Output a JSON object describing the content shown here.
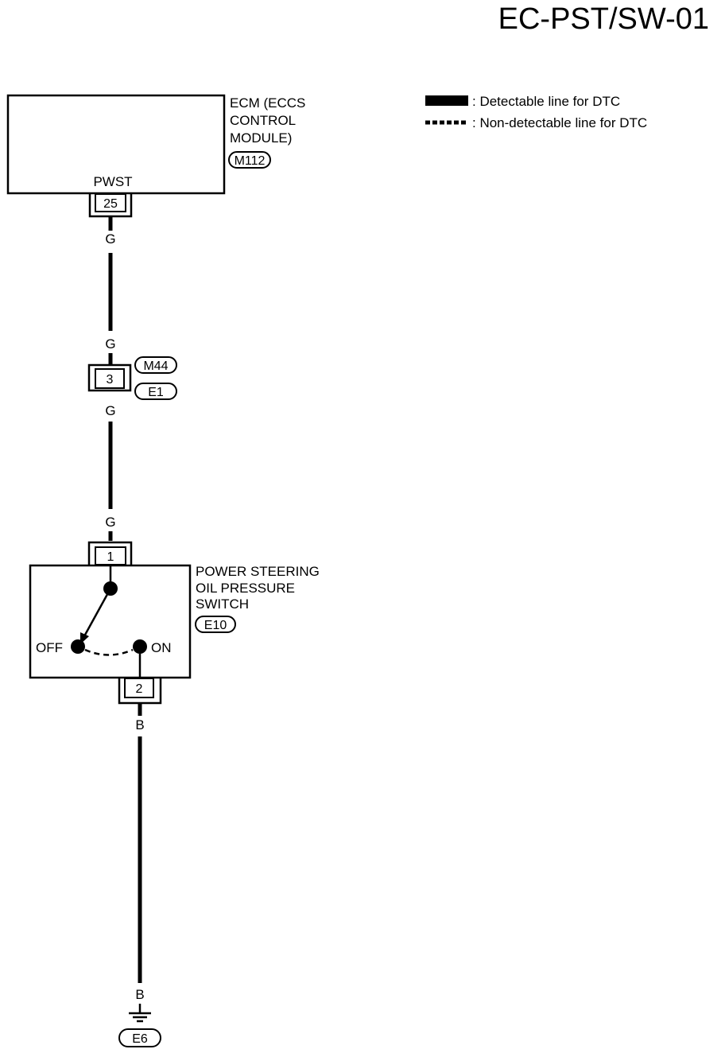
{
  "diagram_id": "EC-PST/SW-01",
  "legend": {
    "detectable": ": Detectable line for DTC",
    "non_detectable": ": Non-detectable line for DTC"
  },
  "ecm": {
    "name_lines": [
      "ECM (ECCS",
      "CONTROL",
      "MODULE)"
    ],
    "connector": "M112",
    "terminal_label": "PWST",
    "pin": "25"
  },
  "joint": {
    "pin": "3",
    "connector_top": "M44",
    "connector_bottom": "E1"
  },
  "switch": {
    "name_lines": [
      "POWER STEERING",
      "OIL PRESSURE",
      "SWITCH"
    ],
    "connector": "E10",
    "pin_top": "1",
    "pin_bottom": "2",
    "off_label": "OFF",
    "on_label": "ON"
  },
  "wire_colors": {
    "ecm_to_joint_top": "G",
    "ecm_to_joint_bottom": "G",
    "joint_to_switch_top": "G",
    "joint_to_switch_bottom": "G",
    "switch_to_ground_top": "B",
    "switch_to_ground_bottom": "B"
  },
  "ground": {
    "connector": "E6"
  }
}
